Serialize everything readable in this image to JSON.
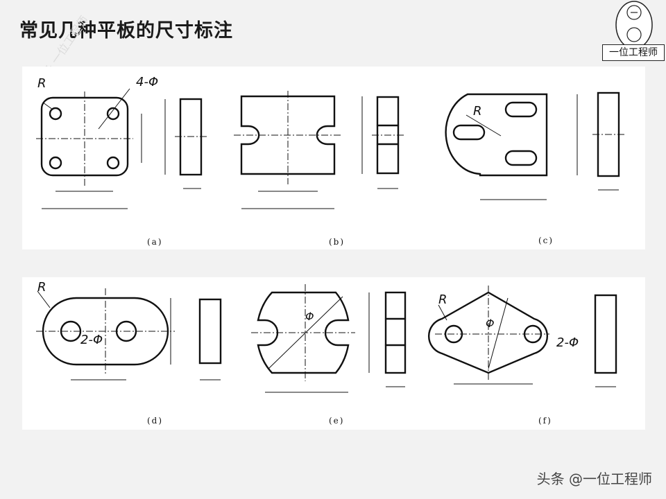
{
  "title": "常见几种平板的尺寸标注",
  "logo": {
    "caption": "一位工程师"
  },
  "figure_labels": {
    "a": "(a)",
    "b": "(b)",
    "c": "(c)",
    "d": "(d)",
    "e": "(e)",
    "f": "(f)"
  },
  "dimension_notes": {
    "radius": "R",
    "four_holes": "4-Φ",
    "two_holes": "2-Φ",
    "diameter": "Φ"
  },
  "footer": "头条 @一位工程师",
  "watermark": "头条 一位工程师"
}
